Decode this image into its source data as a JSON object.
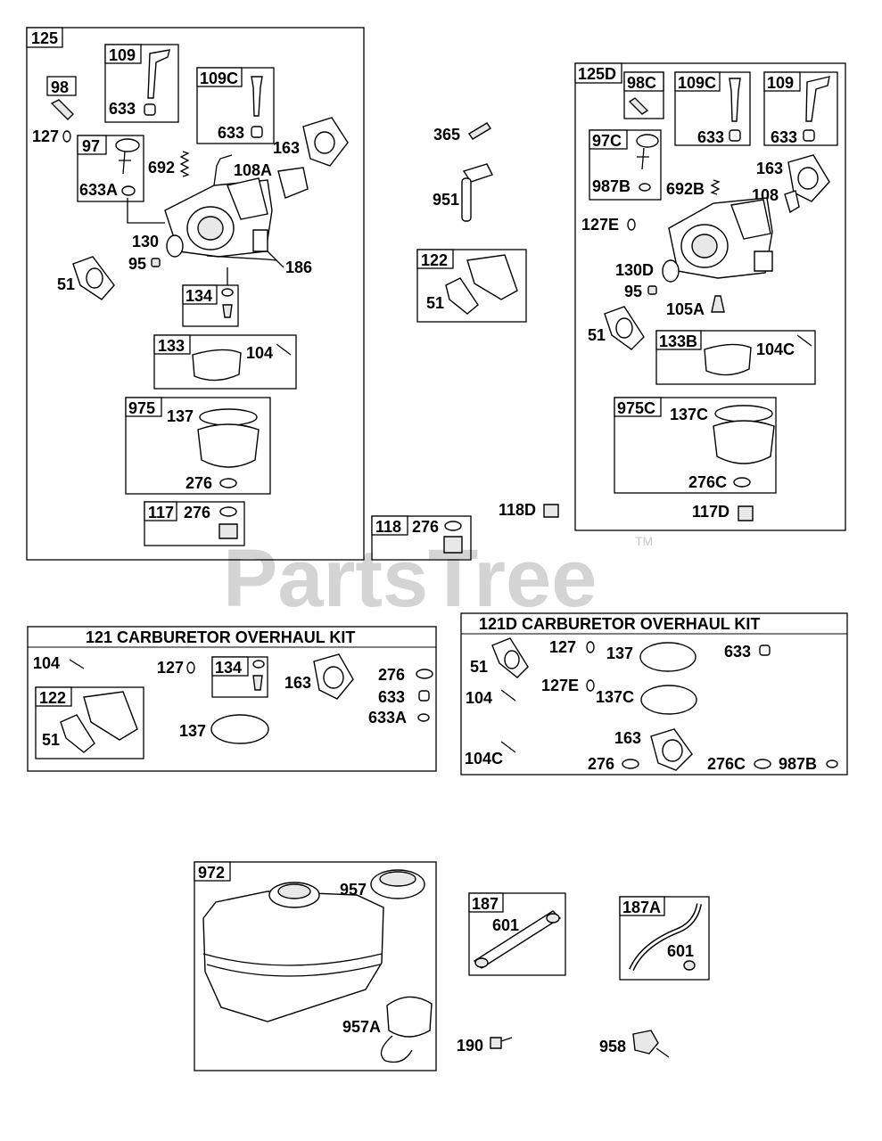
{
  "watermark": {
    "brand": "PartsTree",
    "tm": "TM"
  },
  "kits": {
    "k121": {
      "title": "121 CARBURETOR OVERHAUL KIT"
    },
    "k121d": {
      "title": "121D CARBURETOR OVERHAUL KIT"
    }
  },
  "labels": {
    "a125": "125",
    "a109": "109",
    "a633_1": "633",
    "a109c": "109C",
    "a633_2": "633",
    "a98": "98",
    "a127": "127",
    "a97": "97",
    "a633a": "633A",
    "a692": "692",
    "a108a": "108A",
    "a163": "163",
    "a130": "130",
    "a95": "95",
    "a51": "51",
    "a186": "186",
    "a134": "134",
    "a133": "133",
    "a104": "104",
    "a975": "975",
    "a137": "137",
    "a276": "276",
    "a117": "117",
    "a276b": "276",
    "m365": "365",
    "m951": "951",
    "m122": "122",
    "m51": "51",
    "m118": "118",
    "m276": "276",
    "m118d": "118D",
    "b125d": "125D",
    "b98c": "98C",
    "b109c": "109C",
    "b633_1": "633",
    "b109": "109",
    "b633_2": "633",
    "b97c": "97C",
    "b987b": "987B",
    "b692b": "692B",
    "b163": "163",
    "b108": "108",
    "b127e": "127E",
    "b130d": "130D",
    "b95": "95",
    "b105a": "105A",
    "b51": "51",
    "b133b": "133B",
    "b104c": "104C",
    "b975c": "975C",
    "b137c": "137C",
    "b276c": "276C",
    "b117d": "117D",
    "k1_104": "104",
    "k1_127": "127",
    "k1_134": "134",
    "k1_163": "163",
    "k1_276": "276",
    "k1_633": "633",
    "k1_633a": "633A",
    "k1_122": "122",
    "k1_51": "51",
    "k1_137": "137",
    "k2_51": "51",
    "k2_127": "127",
    "k2_137": "137",
    "k2_633": "633",
    "k2_104": "104",
    "k2_127e": "127E",
    "k2_137c": "137C",
    "k2_163": "163",
    "k2_104c": "104C",
    "k2_276": "276",
    "k2_276c": "276C",
    "k2_987b": "987B",
    "t972": "972",
    "t957": "957",
    "t957a": "957A",
    "f187": "187",
    "f601": "601",
    "f187a": "187A",
    "f601b": "601",
    "f190": "190",
    "f958": "958"
  }
}
